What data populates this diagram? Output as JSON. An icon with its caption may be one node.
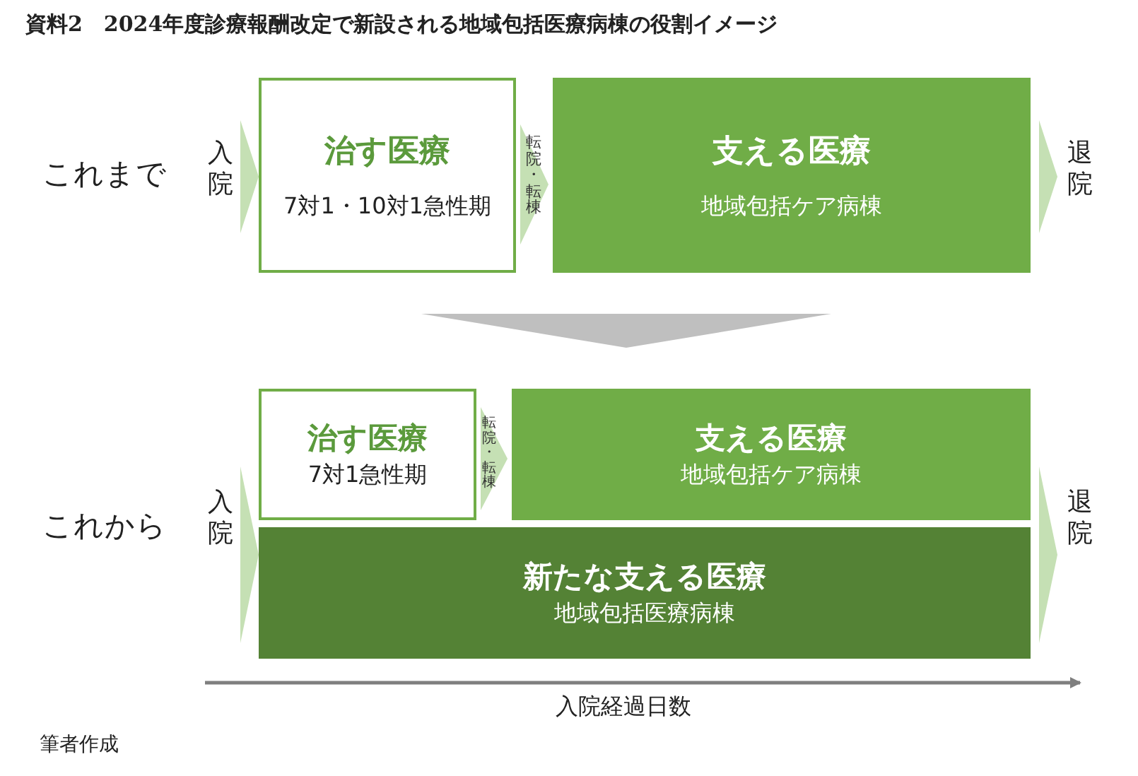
{
  "diagram": {
    "title": "資料2　2024年度診療報酬改定で新設される地域包括医療病棟の役割イメージ",
    "nodes": [
      {
        "text": [
          "治す医療",
          "7対1・10対1急性期"
        ]
      },
      {
        "text": [
          "支える医療",
          "地域包括ケア病棟"
        ]
      },
      {
        "text": [
          "治す医療",
          "7対1急性期"
        ]
      },
      {
        "text": [
          "支える医療",
          "地域包括ケア病棟"
        ]
      },
      {
        "text": [
          "新たな支える医療",
          "地域包括医療病棟"
        ]
      }
    ],
    "edges": [
      {
        "from": null,
        "to": 0,
        "arrow": "to",
        "label": "入院"
      },
      {
        "from": 0,
        "to": 1,
        "arrow": "to",
        "label": "転院・転棟"
      },
      {
        "from": 1,
        "to": null,
        "arrow": "to",
        "label": "退院"
      },
      {
        "from": null,
        "to": 4,
        "arrow": "to",
        "label": "入院"
      },
      {
        "from": 2,
        "to": 3,
        "arrow": "to",
        "label": "転院・転棟"
      },
      {
        "from": 4,
        "to": null,
        "arrow": "to",
        "label": "退院"
      }
    ],
    "labels": [
      "これまで",
      "これから",
      "入院経過日数",
      "筆者作成"
    ]
  }
}
